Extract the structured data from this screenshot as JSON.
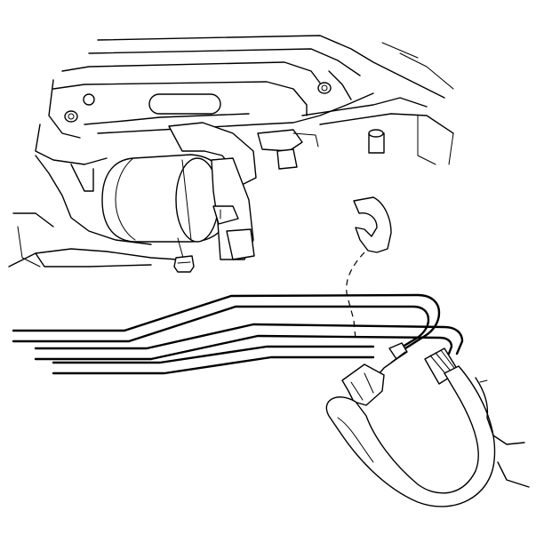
{
  "figure": {
    "kind": "technical line illustration",
    "line_color": "#000000",
    "background": "#ffffff",
    "parts": [
      "filter-housing",
      "mounting-bracket",
      "bolt",
      "retaining-clip",
      "brake-lines",
      "flex-hose",
      "hose-fitting",
      "line-clip"
    ]
  }
}
